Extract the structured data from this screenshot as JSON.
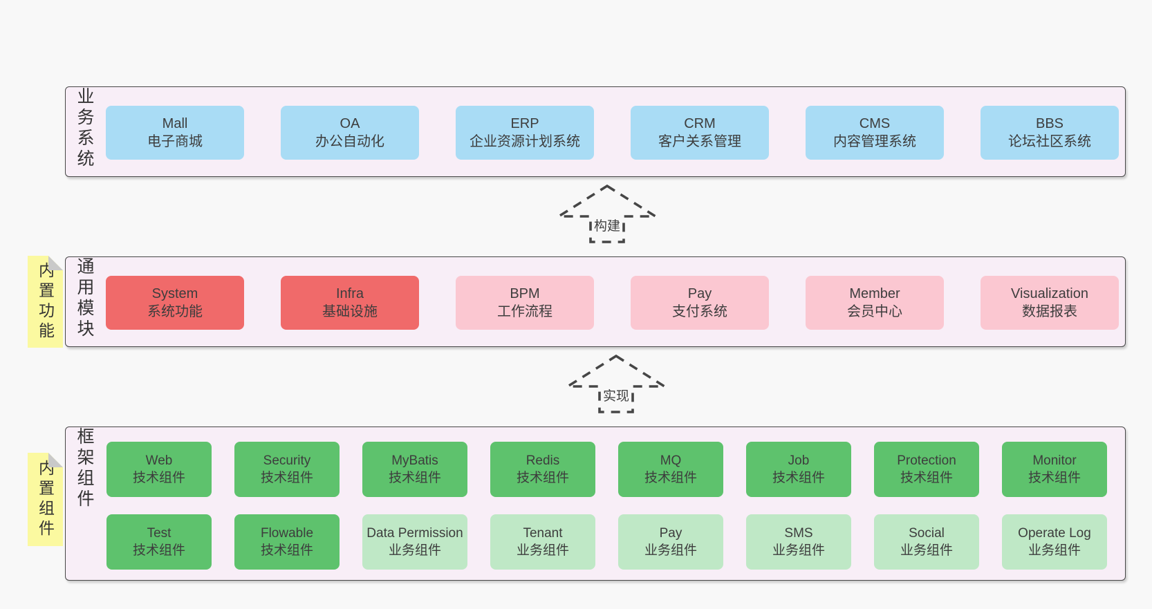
{
  "colors": {
    "pageBg": "#f8f8f8",
    "bandBg": "#f8eef7",
    "border": "#464646",
    "text": "#3d3d3d",
    "blue": "#a9dcf5",
    "red": "#f06a6a",
    "pink": "#fbc7d1",
    "green": "#5ec26d",
    "lightgreen": "#bfe8c6",
    "sticky": "#fbf9a0",
    "fold": "#c9c9c9"
  },
  "arrows": [
    {
      "label": "构建"
    },
    {
      "label": "实现"
    }
  ],
  "bands": [
    {
      "label": "业务系统",
      "boxes": [
        {
          "title": "Mall",
          "subtitle": "电子商城",
          "variant": "blue"
        },
        {
          "title": "OA",
          "subtitle": "办公自动化",
          "variant": "blue"
        },
        {
          "title": "ERP",
          "subtitle": "企业资源计划系统",
          "variant": "blue"
        },
        {
          "title": "CRM",
          "subtitle": "客户关系管理",
          "variant": "blue"
        },
        {
          "title": "CMS",
          "subtitle": "内容管理系统",
          "variant": "blue"
        },
        {
          "title": "BBS",
          "subtitle": "论坛社区系统",
          "variant": "blue"
        }
      ]
    },
    {
      "label": "通用模块",
      "sticky": "内置功能",
      "boxes": [
        {
          "title": "System",
          "subtitle": "系统功能",
          "variant": "red"
        },
        {
          "title": "Infra",
          "subtitle": "基础设施",
          "variant": "red"
        },
        {
          "title": "BPM",
          "subtitle": "工作流程",
          "variant": "pink"
        },
        {
          "title": "Pay",
          "subtitle": "支付系统",
          "variant": "pink"
        },
        {
          "title": "Member",
          "subtitle": "会员中心",
          "variant": "pink"
        },
        {
          "title": "Visualization",
          "subtitle": "数据报表",
          "variant": "pink"
        }
      ]
    },
    {
      "label": "框架组件",
      "sticky": "内置组件",
      "rows": [
        [
          {
            "title": "Web",
            "subtitle": "技术组件",
            "variant": "green"
          },
          {
            "title": "Security",
            "subtitle": "技术组件",
            "variant": "green"
          },
          {
            "title": "MyBatis",
            "subtitle": "技术组件",
            "variant": "green"
          },
          {
            "title": "Redis",
            "subtitle": "技术组件",
            "variant": "green"
          },
          {
            "title": "MQ",
            "subtitle": "技术组件",
            "variant": "green"
          },
          {
            "title": "Job",
            "subtitle": "技术组件",
            "variant": "green"
          },
          {
            "title": "Protection",
            "subtitle": "技术组件",
            "variant": "green"
          },
          {
            "title": "Monitor",
            "subtitle": "技术组件",
            "variant": "green"
          }
        ],
        [
          {
            "title": "Test",
            "subtitle": "技术组件",
            "variant": "green"
          },
          {
            "title": "Flowable",
            "subtitle": "技术组件",
            "variant": "green"
          },
          {
            "title": "Data Permission",
            "subtitle": "业务组件",
            "variant": "lightgreen"
          },
          {
            "title": "Tenant",
            "subtitle": "业务组件",
            "variant": "lightgreen"
          },
          {
            "title": "Pay",
            "subtitle": "业务组件",
            "variant": "lightgreen"
          },
          {
            "title": "SMS",
            "subtitle": "业务组件",
            "variant": "lightgreen"
          },
          {
            "title": "Social",
            "subtitle": "业务组件",
            "variant": "lightgreen"
          },
          {
            "title": "Operate Log",
            "subtitle": "业务组件",
            "variant": "lightgreen"
          }
        ]
      ]
    }
  ]
}
